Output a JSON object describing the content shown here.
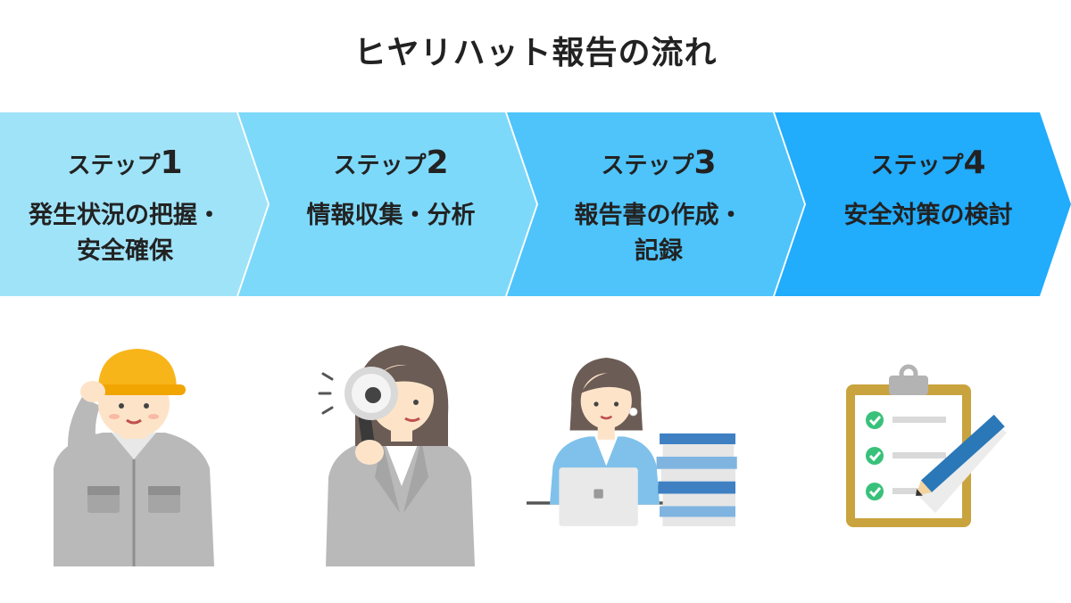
{
  "title": "ヒヤリハット報告の流れ",
  "steps": [
    {
      "label": "ステップ",
      "number": "1",
      "description": "発生状況の把握・\n安全確保",
      "color": "#9fe3f8",
      "illustration": "worker-in-hard-hat"
    },
    {
      "label": "ステップ",
      "number": "2",
      "description": "情報収集・分析",
      "color": "#7dd9fa",
      "illustration": "woman-with-magnifying-glass"
    },
    {
      "label": "ステップ",
      "number": "3",
      "description": "報告書の作成・\n記録",
      "color": "#4ec4fb",
      "illustration": "woman-at-laptop-with-documents"
    },
    {
      "label": "ステップ",
      "number": "4",
      "description": "安全対策の検討",
      "color": "#21acfc",
      "illustration": "clipboard-checklist-with-pencil"
    }
  ],
  "colors": {
    "helmet": "#f7b519",
    "uniform": "#b9b9b9",
    "hair": "#6b5c55",
    "skin": "#fde4c9",
    "check": "#38c17a",
    "clipboard": "#c9a33e",
    "pencil": "#2a78b8",
    "books": "#3f80c3"
  }
}
